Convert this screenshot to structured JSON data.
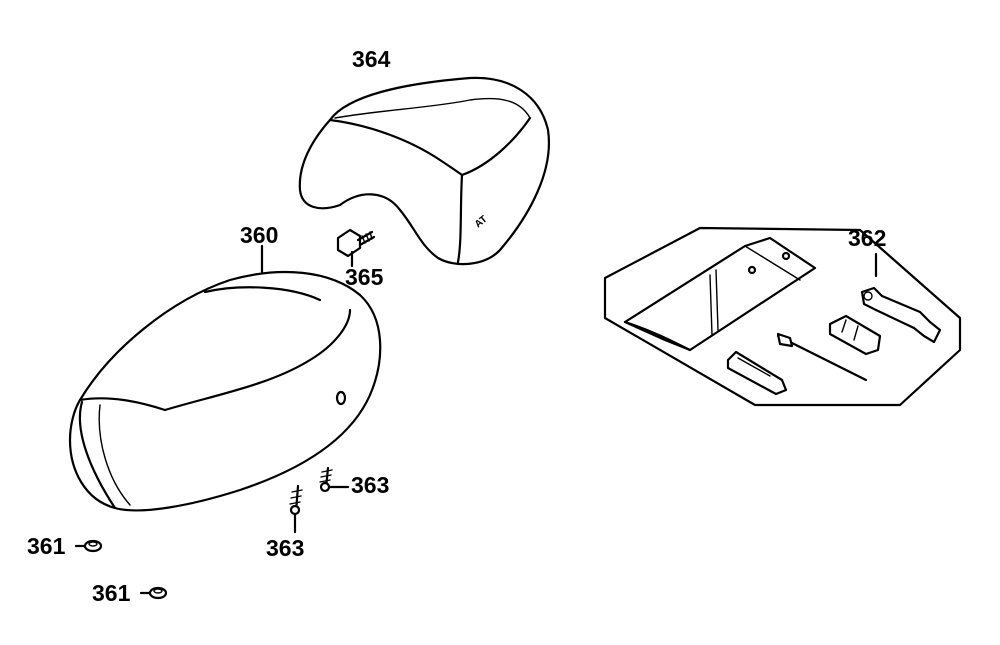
{
  "labels": {
    "seat_main": "360",
    "nut_left_upper": "361",
    "nut_left_lower": "361",
    "tool_kit": "362",
    "screw_right": "363",
    "screw_bottom": "363",
    "seat_rear": "364",
    "bolt": "365"
  },
  "colors": {
    "line": "#000000",
    "background": "#ffffff"
  }
}
